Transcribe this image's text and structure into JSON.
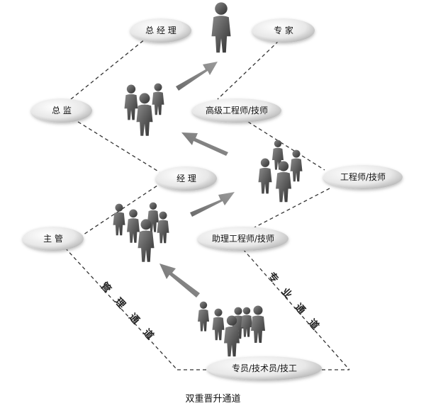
{
  "nodes": {
    "general_manager": "总 经 理",
    "expert": "专   家",
    "director": "总   监",
    "senior_engineer": "高级工程师/技师",
    "manager": "经     理",
    "engineer": "工程师/技师",
    "supervisor": "主   管",
    "assistant_engineer": "助理工程师/技师",
    "staff": "专员/技术员/技工"
  },
  "tracks": {
    "management": [
      "管",
      "理",
      "通",
      "道"
    ],
    "professional": [
      "专",
      "业",
      "通",
      "道"
    ]
  },
  "caption": "双重晋升通道"
}
